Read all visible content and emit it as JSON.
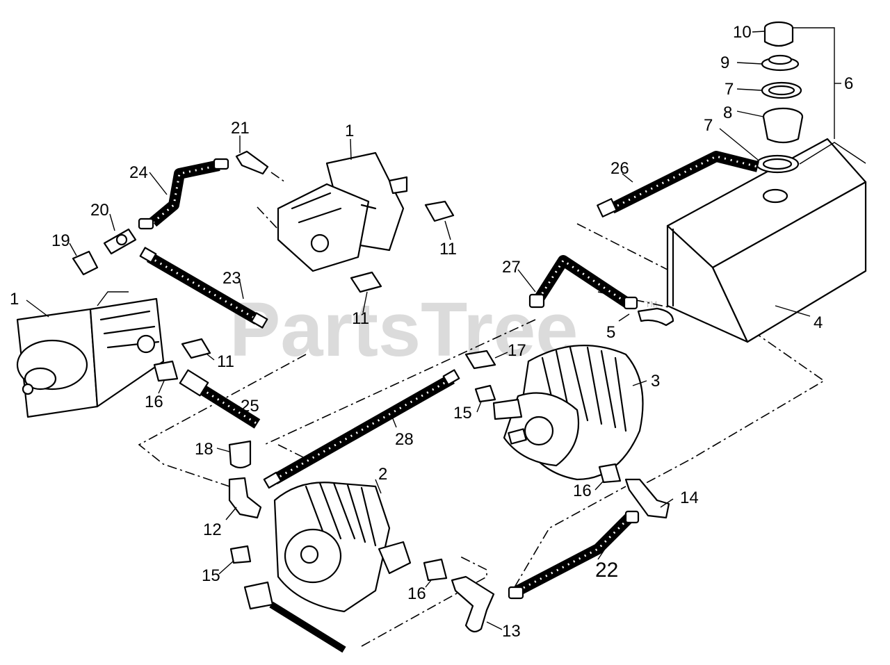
{
  "watermark": {
    "text": "PartsTree",
    "trademark": "TM"
  },
  "callouts": [
    {
      "id": "c1a",
      "text": "1"
    },
    {
      "id": "c1b",
      "text": "1"
    },
    {
      "id": "c2",
      "text": "2"
    },
    {
      "id": "c3",
      "text": "3"
    },
    {
      "id": "c4",
      "text": "4"
    },
    {
      "id": "c5",
      "text": "5"
    },
    {
      "id": "c6",
      "text": "6"
    },
    {
      "id": "c7a",
      "text": "7"
    },
    {
      "id": "c7b",
      "text": "7"
    },
    {
      "id": "c8",
      "text": "8"
    },
    {
      "id": "c9",
      "text": "9"
    },
    {
      "id": "c10",
      "text": "10"
    },
    {
      "id": "c11a",
      "text": "11"
    },
    {
      "id": "c11b",
      "text": "11"
    },
    {
      "id": "c11c",
      "text": "11"
    },
    {
      "id": "c12",
      "text": "12"
    },
    {
      "id": "c13",
      "text": "13"
    },
    {
      "id": "c14",
      "text": "14"
    },
    {
      "id": "c15a",
      "text": "15"
    },
    {
      "id": "c15b",
      "text": "15"
    },
    {
      "id": "c16a",
      "text": "16"
    },
    {
      "id": "c16b",
      "text": "16"
    },
    {
      "id": "c16c",
      "text": "16"
    },
    {
      "id": "c17",
      "text": "17"
    },
    {
      "id": "c18",
      "text": "18"
    },
    {
      "id": "c19",
      "text": "19"
    },
    {
      "id": "c20",
      "text": "20"
    },
    {
      "id": "c21",
      "text": "21"
    },
    {
      "id": "c22",
      "text": "22"
    },
    {
      "id": "c23",
      "text": "23"
    },
    {
      "id": "c24",
      "text": "24"
    },
    {
      "id": "c25",
      "text": "25"
    },
    {
      "id": "c26",
      "text": "26"
    },
    {
      "id": "c27",
      "text": "27"
    },
    {
      "id": "c28",
      "text": "28"
    }
  ]
}
